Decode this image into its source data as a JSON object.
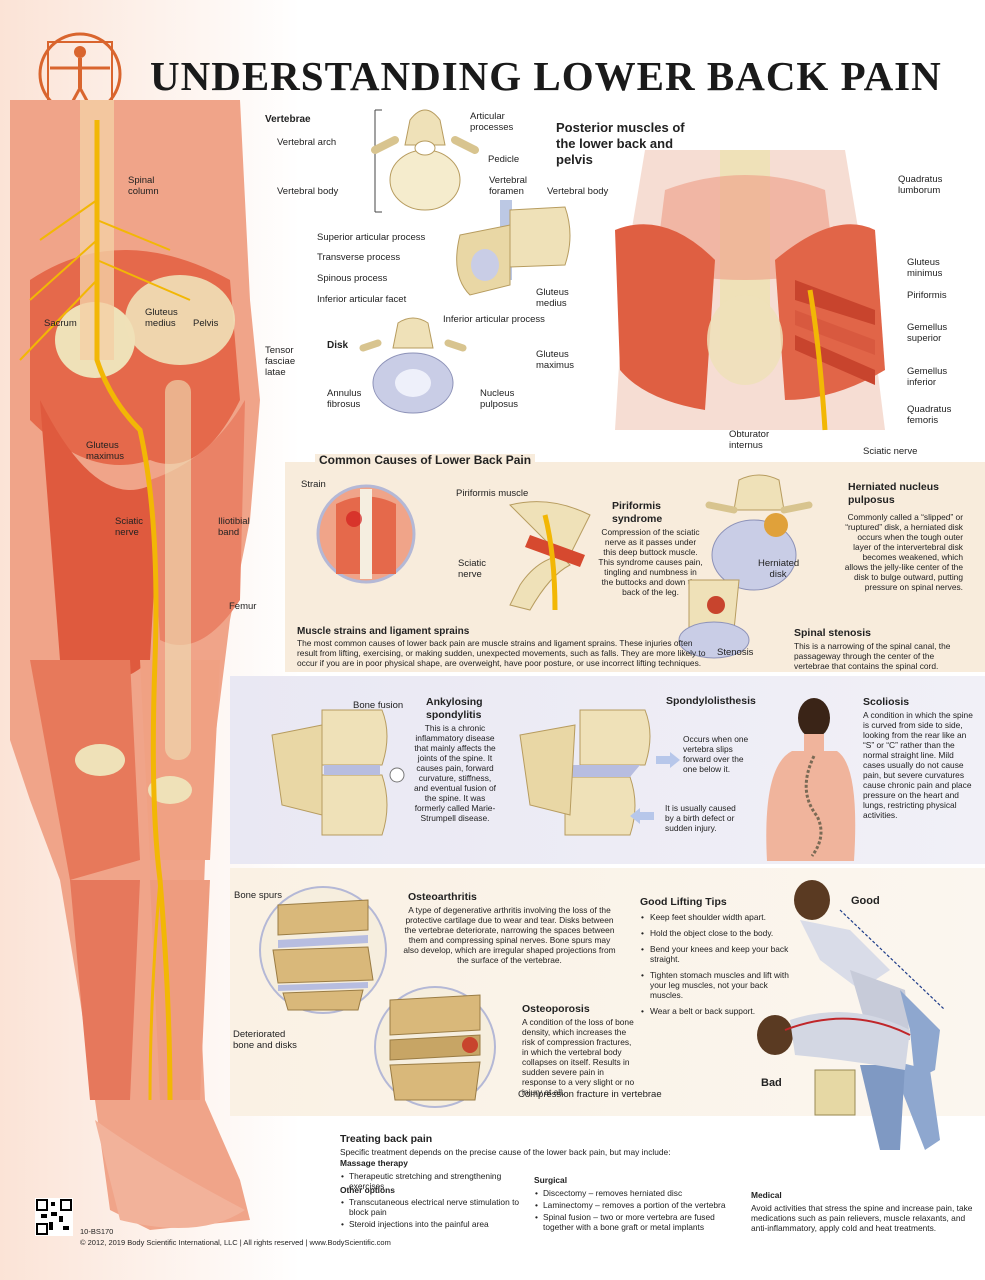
{
  "title": "UNDERSTANDING LOWER BACK PAIN",
  "leg_labels": {
    "spinal_column": "Spinal column",
    "sacrum": "Sacrum",
    "gluteus_medius": "Gluteus medius",
    "pelvis": "Pelvis",
    "tensor": "Tensor fasciae latae",
    "gluteus_maximus": "Gluteus maximus",
    "sciatic_nerve": "Sciatic nerve",
    "iliotibial": "Iliotibial band",
    "femur": "Femur"
  },
  "vertebrae": {
    "heading": "Vertebrae",
    "vertebral_arch": "Vertebral arch",
    "vertebral_body": "Vertebral body",
    "articular_processes": "Articular processes",
    "pedicle": "Pedicle",
    "vertebral_foramen": "Vertebral foramen",
    "vertebral_body_2": "Vertebral body",
    "superior_articular": "Superior articular process",
    "transverse": "Transverse process",
    "spinous": "Spinous process",
    "inferior_facet": "Inferior articular facet",
    "inferior_process": "Inferior articular process"
  },
  "disk": {
    "heading": "Disk",
    "annulus": "Annulus fibrosus",
    "nucleus": "Nucleus pulposus"
  },
  "posterior": {
    "heading": "Posterior muscles of the lower back and pelvis",
    "quadratus_lumborum": "Quadratus lumborum",
    "gluteus_minimus": "Gluteus minimus",
    "piriformis": "Piriformis",
    "gemellus_superior": "Gemellus superior",
    "gemellus_inferior": "Gemellus inferior",
    "quadratus_femoris": "Quadratus femoris",
    "gluteus_medius": "Gluteus medius",
    "gluteus_maximus": "Gluteus maximus",
    "obturator": "Obturator internus",
    "sciatic": "Sciatic nerve"
  },
  "causes": {
    "heading": "Common Causes of Lower Back Pain",
    "strain_label": "Strain",
    "piriformis_muscle": "Piriformis muscle",
    "sciatic_nerve": "Sciatic nerve",
    "piriformis_title": "Piriformis syndrome",
    "piriformis_text": "Compression of the sciatic nerve as it passes under this deep buttock muscle. This syndrome causes pain, tingling and numbness in the buttocks and down the back of the leg.",
    "herniated_title": "Herniated nucleus pulposus",
    "herniated_text": "Commonly called a “slipped” or “ruptured” disk, a herniated disk occurs when the tough outer layer of the intervertebral disk becomes weakened, which allows the jelly-like center of the disk to bulge outward, putting pressure on spinal nerves.",
    "herniated_disk_label": "Herniated disk",
    "stenosis_label": "Stenosis",
    "muscle_title": "Muscle strains and ligament sprains",
    "muscle_text": "The most common causes of lower back pain are muscle strains and ligament sprains. These injuries often result from lifting, exercising, or making sudden, unexpected movements, such as falls. They are more likely to occur if you are in poor physical shape, are overweight, have poor posture, or use incorrect lifting techniques.",
    "stenosis_title": "Spinal stenosis",
    "stenosis_text": "This is a narrowing of the spinal canal, the passageway through the center of the vertebrae that contains the spinal cord."
  },
  "conditions": {
    "bone_fusion": "Bone fusion",
    "ankylosing_title": "Ankylosing spondylitis",
    "ankylosing_text": "This is a chronic inflammatory disease that mainly affects the joints of the spine. It causes pain, forward curvature, stiffness, and eventual fusion of the spine. It was formerly called Marie-Strumpell disease.",
    "spondy_title": "Spondylolisthesis",
    "spondy_text1": "Occurs when one vertebra slips forward over the one below it.",
    "spondy_text2": "It is usually caused by a birth defect or sudden injury.",
    "scoliosis_title": "Scoliosis",
    "scoliosis_text": "A condition in which the spine is curved from side to side, looking from the rear like an “S” or “C” rather than the normal straight line. Mild cases usually do not cause pain, but severe curvatures cause chronic pain and place pressure on the heart and lungs, restricting physical activities."
  },
  "osteo": {
    "bone_spurs": "Bone spurs",
    "deteriorated": "Deteriorated bone and disks",
    "oa_title": "Osteoarthritis",
    "oa_text": "A type of degenerative arthritis involving the loss of the protective cartilage due to wear and tear. Disks between the vertebrae deteriorate, narrowing the spaces between them and compressing spinal nerves. Bone spurs may also develop, which are irregular shaped projections from the surface of the vertebrae.",
    "op_title": "Osteoporosis",
    "op_text": "A condition of the loss of bone density, which increases the risk of compression fractures, in which the vertebral body collapses on itself. Results in sudden severe pain in response to a very slight or no injury at all.",
    "compression": "Compression fracture in vertebrae"
  },
  "lifting": {
    "title": "Good Lifting Tips",
    "tips": [
      "Keep feet shoulder width apart.",
      "Hold the object close to the body.",
      "Bend your knees and keep your back straight.",
      "Tighten stomach muscles and lift with your leg muscles, not your back muscles.",
      "Wear a belt or back support."
    ],
    "good": "Good",
    "bad": "Bad"
  },
  "treating": {
    "title": "Treating back pain",
    "intro": "Specific treatment depends on the precise cause of the lower back pain, but may include:",
    "massage_title": "Massage therapy",
    "massage_items": [
      "Therapeutic stretching and strengthening exercises"
    ],
    "other_title": "Other options",
    "other_items": [
      "Transcutaneous electrical nerve stimulation to block pain",
      "Steroid injections into the painful area"
    ],
    "surgical_title": "Surgical",
    "surgical_items": [
      "Discectomy – removes herniated disc",
      "Laminectomy – removes a portion of the vertebra",
      "Spinal fusion – two or more vertebra are fused together with a bone graft or metal implants"
    ],
    "medical_title": "Medical",
    "medical_text": "Avoid activities that stress the spine and increase pain, take medications such as pain relievers, muscle relaxants, and anti-inflammatory, apply cold and heat treatments."
  },
  "footer": {
    "code": "10-BS170",
    "copyright": "© 2012, 2019 Body Scientific International, LLC | All rights reserved | www.BodyScientific.com"
  },
  "colors": {
    "muscle": "#e8684a",
    "muscle_light": "#f4a98e",
    "bone": "#efe1b8",
    "nerve": "#f2b705",
    "band_peach": "#f8ecdc",
    "band_lavender": "#e4e6f2",
    "disk": "#c9cde6"
  }
}
